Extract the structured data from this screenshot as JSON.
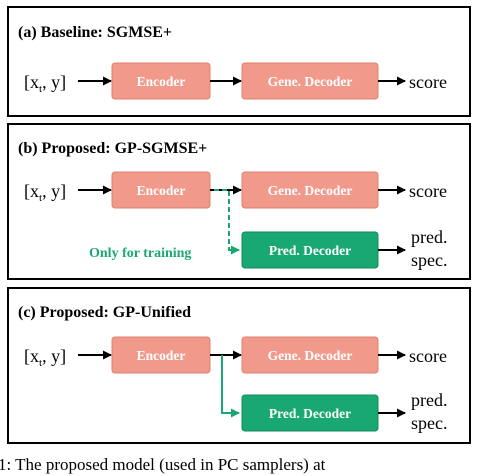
{
  "colors": {
    "encoder": "#f19a8b",
    "generative_decoder": "#f19a8b",
    "predictive_decoder": "#1aa872",
    "training_note": "#1aa872",
    "arrow": "#000000",
    "panel_border": "#000000"
  },
  "panels": [
    {
      "title": "(a) Baseline: SGMSE+",
      "input": {
        "main": "[x",
        "subscript": "t",
        "rest": ", y]"
      },
      "encoder": "Encoder",
      "generative_decoder": "Gene. Decoder",
      "generative_output": "score"
    },
    {
      "title": "(b) Proposed: GP-SGMSE+",
      "input": {
        "main": "[x",
        "subscript": "t",
        "rest": ", y]"
      },
      "encoder": "Encoder",
      "generative_decoder": "Gene. Decoder",
      "generative_output": "score",
      "predictive_decoder": "Pred. Decoder",
      "predictive_output": [
        "pred.",
        "spec."
      ],
      "note": "Only for training"
    },
    {
      "title": "(c) Proposed: GP-Unified",
      "input": {
        "main": "[x",
        "subscript": "t",
        "rest": ", y]"
      },
      "encoder": "Encoder",
      "generative_decoder": "Gene. Decoder",
      "generative_output": "score",
      "predictive_decoder": "Pred. Decoder",
      "predictive_output": [
        "pred.",
        "spec."
      ]
    }
  ],
  "caption": "1: The proposed model (used in PC samplers) at"
}
